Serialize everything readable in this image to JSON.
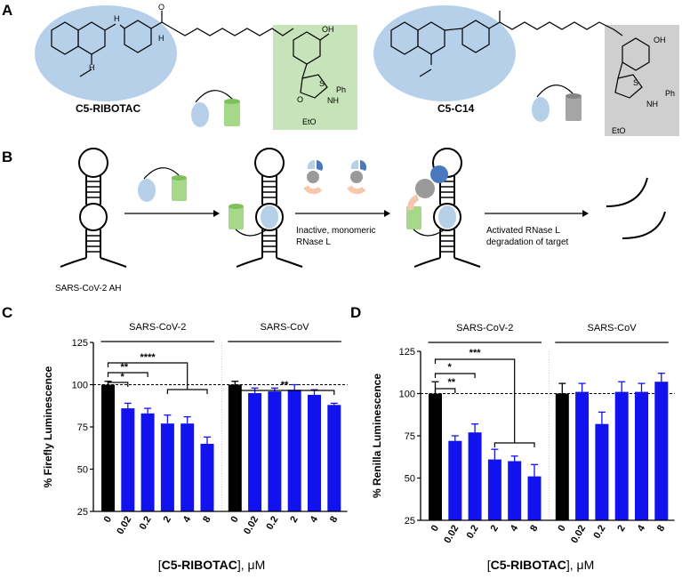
{
  "figure": {
    "panels": {
      "a": "A",
      "b": "B",
      "c": "C",
      "d": "D"
    },
    "panel_a": {
      "left_compound": "C5-RIBOTAC",
      "right_compound": "C5-C14",
      "chem_labels": {
        "nh": "H",
        "n": "N",
        "o": "O",
        "oh": "OH",
        "ph": "Ph",
        "s": "S",
        "eto": "EtO",
        "hn": "H",
        "nh_ph": "NH"
      },
      "colors": {
        "rna_binder": "#b7d0ea",
        "ribotac_moiety": "#c6e3b9",
        "control_moiety": "#cfcfcf"
      }
    },
    "panel_b": {
      "target_label": "SARS-CoV-2 AH",
      "step1_label_line1": "Inactive, monomeric",
      "step1_label_line2": "RNase L",
      "step2_label_line1": "Activated RNase L",
      "step2_label_line2": "degradation of target"
    },
    "colors": {
      "control_bar": "#000000",
      "treated_bar": "#1212ee",
      "rnase": "#f6c7ad",
      "gray_circle": "#9a9a9a"
    }
  },
  "chart_data": [
    {
      "type": "bar",
      "panel": "C",
      "ylabel": "% Firefly Luminescence",
      "xlabel_prefix": "[",
      "xlabel_compound": "C5-RIBOTAC",
      "xlabel_suffix": "], μM",
      "ylim": [
        25,
        125
      ],
      "yticks": [
        "25",
        "50",
        "75",
        "100",
        "125"
      ],
      "groups": [
        {
          "name": "SARS-CoV-2",
          "categories": [
            "0",
            "0.02",
            "0.2",
            "2",
            "4",
            "8"
          ],
          "values": [
            100,
            86,
            83,
            77,
            77,
            65
          ],
          "errors": [
            2,
            3,
            3,
            5,
            4,
            4
          ]
        },
        {
          "name": "SARS-CoV",
          "categories": [
            "0",
            "0.02",
            "0.2",
            "2",
            "4",
            "8"
          ],
          "values": [
            100,
            95,
            96,
            97,
            94,
            88
          ],
          "errors": [
            2,
            3,
            2,
            3,
            3,
            1
          ]
        }
      ],
      "significance": [
        "*",
        "**",
        "****",
        "**"
      ],
      "reference_line": 100
    },
    {
      "type": "bar",
      "panel": "D",
      "ylabel": "% Renilla Luminescence",
      "xlabel_prefix": "[",
      "xlabel_compound": "C5-RIBOTAC",
      "xlabel_suffix": "], μM",
      "ylim": [
        25,
        125
      ],
      "yticks": [
        "25",
        "50",
        "75",
        "100",
        "125"
      ],
      "groups": [
        {
          "name": "SARS-CoV-2",
          "categories": [
            "0",
            "0.02",
            "0.2",
            "2",
            "4",
            "8"
          ],
          "values": [
            100,
            72,
            77,
            61,
            60,
            51
          ],
          "errors": [
            7,
            3,
            5,
            6,
            3,
            7
          ]
        },
        {
          "name": "SARS-CoV",
          "categories": [
            "0",
            "0.02",
            "0.2",
            "2",
            "4",
            "8"
          ],
          "values": [
            100,
            101,
            82,
            101,
            101,
            107
          ],
          "errors": [
            6,
            5,
            7,
            6,
            5,
            5
          ]
        }
      ],
      "significance": [
        "**",
        "*",
        "***"
      ],
      "reference_line": 100
    }
  ]
}
